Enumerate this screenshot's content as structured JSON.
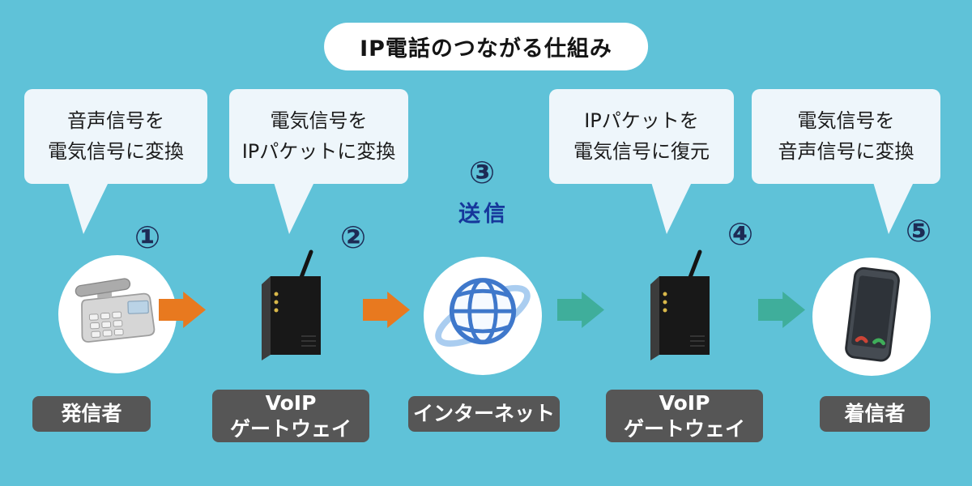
{
  "title": "IP電話のつながる仕組み",
  "steps": [
    {
      "number": "①",
      "bubble_line1": "音声信号を",
      "bubble_line2": "電気信号に変換",
      "icon": "desk-phone-icon",
      "label": "発信者"
    },
    {
      "number": "②",
      "bubble_line1": "電気信号を",
      "bubble_line2": "IPパケットに変換",
      "icon": "voip-gateway-icon",
      "label_line1": "VoIP",
      "label_line2": "ゲートウェイ"
    },
    {
      "number": "③",
      "action": "送信",
      "icon": "internet-globe-icon",
      "label": "インターネット"
    },
    {
      "number": "④",
      "bubble_line1": "IPパケットを",
      "bubble_line2": "電気信号に復元",
      "icon": "voip-gateway-icon",
      "label_line1": "VoIP",
      "label_line2": "ゲートウェイ"
    },
    {
      "number": "⑤",
      "bubble_line1": "電気信号を",
      "bubble_line2": "音声信号に変換",
      "icon": "smartphone-icon",
      "label": "着信者"
    }
  ],
  "arrows": [
    {
      "from": "発信者",
      "to": "VoIPゲートウェイ",
      "color": "#e8791f"
    },
    {
      "from": "VoIPゲートウェイ",
      "to": "インターネット",
      "color": "#e8791f"
    },
    {
      "from": "インターネット",
      "to": "VoIPゲートウェイ",
      "color": "#3fae9b"
    },
    {
      "from": "VoIPゲートウェイ",
      "to": "着信者",
      "color": "#3fae9b"
    }
  ],
  "colors": {
    "background": "#5fc2d8",
    "bubble": "#eef6fb",
    "label_bg": "#565656",
    "label_text": "#ffffff",
    "number": "#1d2b55",
    "action_text": "#16379b",
    "arrow_orange": "#e8791f",
    "arrow_teal": "#3fae9b"
  }
}
